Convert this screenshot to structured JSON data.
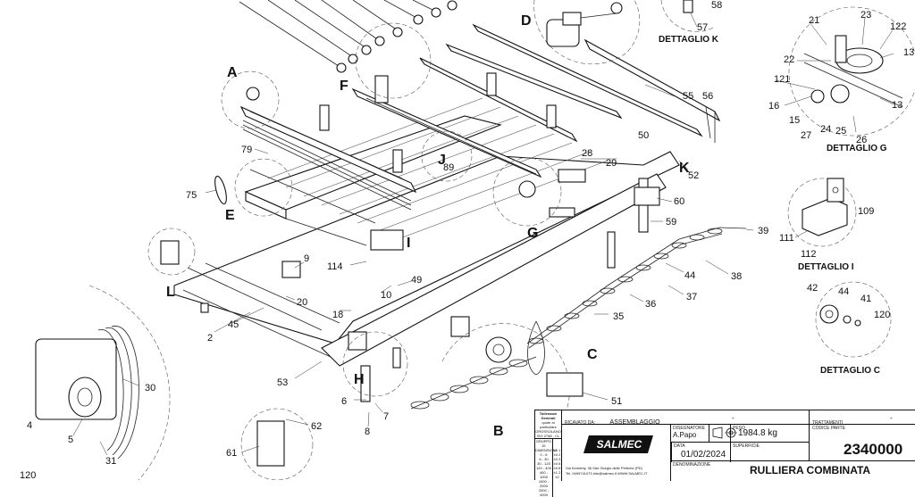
{
  "callouts": {
    "c57": "57",
    "c58": "58",
    "c21": "21",
    "c23": "23",
    "c122": "122",
    "c13a": "13",
    "c22": "22",
    "c121": "121",
    "c16": "16",
    "c15": "15",
    "c27": "27",
    "c24": "24",
    "c25": "25",
    "c26": "26",
    "c13b": "13",
    "c55": "55",
    "c56": "56",
    "c50": "50",
    "c28": "28",
    "c29": "29",
    "c52": "52",
    "c79": "79",
    "c89": "89",
    "c75": "75",
    "c60": "60",
    "c59": "59",
    "c109": "109",
    "c111": "111",
    "c112": "112",
    "c39": "39",
    "c9": "9",
    "c114": "114",
    "c44a": "44",
    "c38": "38",
    "c49": "49",
    "c36": "36",
    "c37": "37",
    "c42": "42",
    "c44b": "44",
    "c41": "41",
    "c120a": "120",
    "c20": "20",
    "c10": "10",
    "c18": "18",
    "c35": "35",
    "c2": "2",
    "c45": "45",
    "c53": "53",
    "c6": "6",
    "c7": "7",
    "c8": "8",
    "c51": "51",
    "c30": "30",
    "c4": "4",
    "c5": "5",
    "c31": "31",
    "c120b": "120",
    "c62": "62",
    "c61": "61"
  },
  "letters": {
    "A": "A",
    "B": "B",
    "C": "C",
    "D": "D",
    "E": "E",
    "F": "F",
    "G": "G",
    "H": "H",
    "I": "I",
    "J": "J",
    "K": "K",
    "L": "L"
  },
  "detail_titles": {
    "k": "DETTAGLIO K",
    "g": "DETTAGLIO G",
    "i": "DETTAGLIO I",
    "c": "DETTAGLIO C"
  },
  "title_block": {
    "tolerance_header": [
      "Tolleranze Generali",
      "quote ai particolare",
      "GROSSOLANO",
      "ISO 2768 - CL"
    ],
    "tolerance_table": [
      "GRUPPO DI",
      "DIMENSIONI",
      "0 - 6",
      "6 - 30",
      "30 - 120",
      "120 - 400",
      "400 - 1000",
      "1000 - 2000",
      "2000 - 4000"
    ],
    "tolerance_values": [
      "±0.1",
      "±0.2",
      "±0.3",
      "±0.5",
      "±0.8",
      "±1.2",
      "±2"
    ],
    "ricavato_label": "RICAVATO DA:",
    "ricavato_value": "ASSEMBLAGGIO",
    "dash1": "-",
    "trattamenti_label": "TRATTAMENTI",
    "dash2": "-",
    "logo_text": "SALMEC",
    "address": "Via Kennedy, 36 San Giorgio delle Pertiche (PD)",
    "contacts": "Tel. 0499741073 info@salmec.it WWW.SALMEC.IT",
    "disegnatore_label": "DISEGNATORE",
    "disegnatore_value": "A.Papo",
    "peso_label": "PESO",
    "peso_value": "1984.8 kg",
    "codice_label": "CODICE PARTE",
    "codice_value": "2340000",
    "data_label": "DATA",
    "data_value": "01/02/2024",
    "superficie_label": "SUPERFICIE",
    "denominazione_label": "DENOMINAZIONE",
    "denominazione_value": "RULLIERA COMBINATA"
  }
}
